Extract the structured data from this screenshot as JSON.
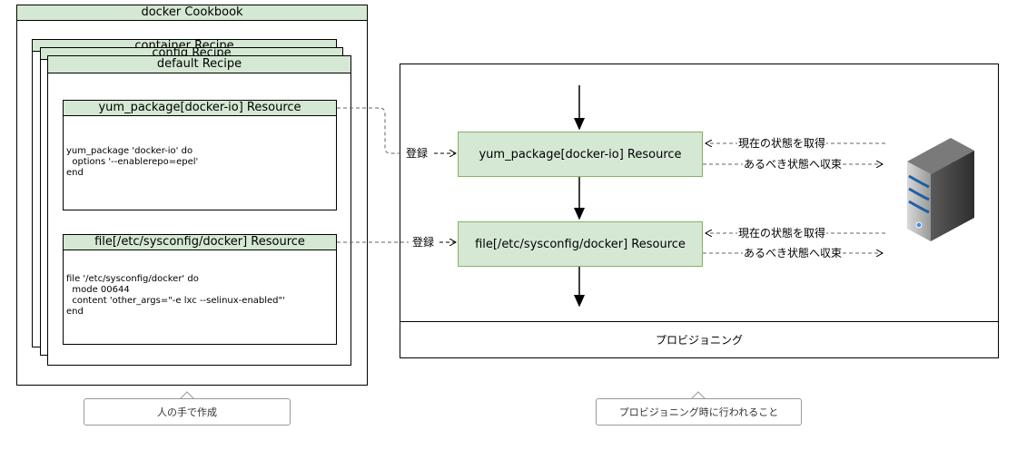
{
  "cookbook": {
    "title": "docker Cookbook",
    "recipes": [
      "container Recipe",
      "config Recipe",
      "default Recipe"
    ],
    "resource1": {
      "title": "yum_package[docker-io] Resource",
      "code": "yum_package 'docker-io' do\n  options '--enablerepo=epel'\nend"
    },
    "resource2": {
      "title": "file[/etc/sysconfig/docker] Resource",
      "code": "file '/etc/sysconfig/docker' do\n  mode 00644\n  content 'other_args=\"-e lxc --selinux-enabled\"'\nend"
    }
  },
  "provisioning": {
    "resource1": "yum_package[docker-io] Resource",
    "resource2": "file[/etc/sysconfig/docker] Resource",
    "register_label": "登録",
    "get_state_label": "現在の状態を取得",
    "converge_label": "あるべき状態へ収束",
    "footer": "プロビジョニング"
  },
  "callouts": {
    "manual": "人の手で作成",
    "provisioning_time": "プロビジョニング時に行われること"
  },
  "colors": {
    "resource_fill": "#d5e8d4",
    "resource_border": "#82b366",
    "server_dark": "#2a2a2a",
    "server_stripe": "#1f5fa6"
  },
  "icons": {
    "server": "server-icon"
  }
}
